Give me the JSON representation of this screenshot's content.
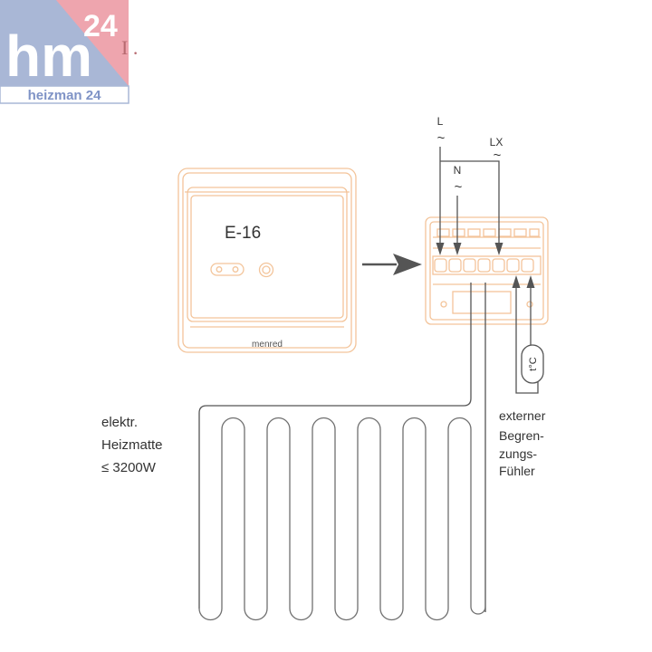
{
  "logo": {
    "mark": "hm",
    "superscript": "24",
    "wordmark": "heizman 24",
    "tail": "I ."
  },
  "colors": {
    "logo_blue": "#a9b7d6",
    "logo_pink": "#eea5ae",
    "logo_wordmark": "#7f93c6",
    "thermostat_outline": "#f3c49a",
    "wire": "#555555"
  },
  "thermostat": {
    "model": "E-16",
    "brand": "menred"
  },
  "terminals": {
    "l": "L",
    "n": "N",
    "lx": "LX",
    "ac_symbol": "~"
  },
  "sensor": {
    "symbol": "t°C"
  },
  "labels": {
    "mat": [
      "elektr.",
      "Heizmatte",
      "≤ 3200W"
    ],
    "sensor": [
      "externer",
      "Begren-",
      "zungs-",
      "Fühler"
    ]
  }
}
